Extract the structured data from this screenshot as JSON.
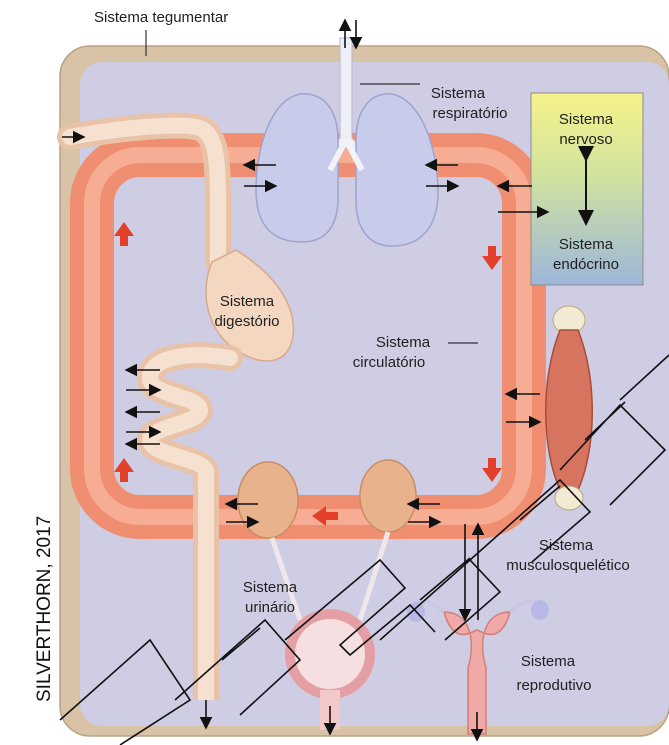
{
  "labels": {
    "tegumentar": "Sistema tegumentar",
    "respiratorio_1": "Sistema",
    "respiratorio_2": "respiratório",
    "nervoso_1": "Sistema",
    "nervoso_2": "nervoso",
    "endocrino_1": "Sistema",
    "endocrino_2": "endócrino",
    "digestorio_1": "Sistema",
    "digestorio_2": "digestório",
    "circulatorio_1": "Sistema",
    "circulatorio_2": "circulatório",
    "musculo_1": "Sistema",
    "musculo_2": "musculosquelético",
    "urinario_1": "Sistema",
    "urinario_2": "urinário",
    "reprodutivo_1": "Sistema",
    "reprodutivo_2": "reprodutivo"
  },
  "credit": "SILVERTHORN, 2017",
  "colors": {
    "body_border": "#d9c3a6",
    "body_fill": "#cfcde3",
    "vessel": "#ef8f72",
    "vessel_inner": "#f6b39c",
    "organ": "#e7b48d",
    "lung": "#c9cbe9",
    "box_top": "#f3f08a",
    "box_bottom": "#9fb8d9",
    "arrow_red": "#e3402c",
    "gut": "#f3d8c4"
  }
}
